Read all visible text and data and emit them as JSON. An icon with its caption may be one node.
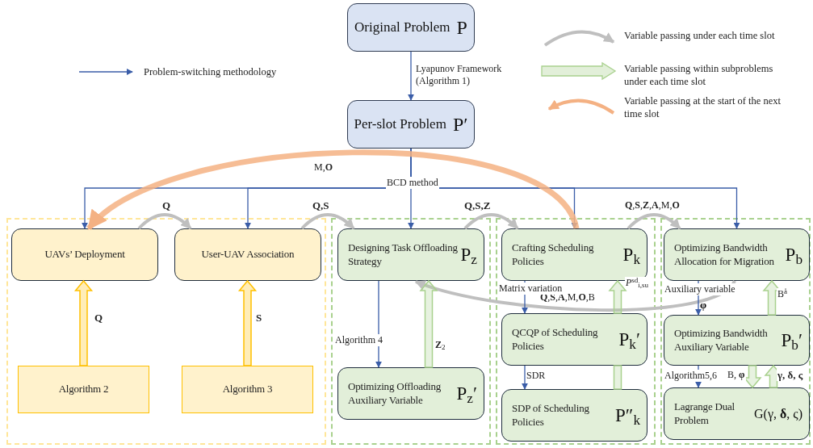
{
  "diagram": {
    "nodes": [
      {
        "text": [
          "Original Problem",
          "P"
        ]
      },
      {
        "text": [
          "Per-slot Problem",
          "P′"
        ]
      },
      {
        "text": [],
        "shape": "box"
      },
      {
        "text": [
          "UAVs’ Deployment"
        ],
        "in": 2
      },
      {
        "text": [
          "User-UAV Association"
        ],
        "in": 2
      },
      {
        "text": [
          "Algorithm 2"
        ],
        "in": 2
      },
      {
        "text": [
          "Algorithm 3"
        ],
        "in": 2
      },
      {
        "text": [],
        "shape": "box"
      },
      {
        "text": [
          "Designing Task Offloading Strategy",
          "P$_{z}$"
        ],
        "in": 7
      },
      {
        "text": [
          "Optimizing Offloading Auxiliary Variable",
          "P$_{z}$′"
        ],
        "in": 7
      },
      {
        "text": [],
        "shape": "box"
      },
      {
        "text": [
          "Crafting Scheduling Policies",
          "P$_{k}$"
        ],
        "in": 10
      },
      {
        "text": [
          "QCQP of Scheduling Policies",
          "P$_{k}$′"
        ],
        "in": 10
      },
      {
        "text": [
          "SDP of Scheduling Policies",
          "P″$_{k}$"
        ],
        "in": 10
      },
      {
        "text": [],
        "shape": "box"
      },
      {
        "text": [
          "Optimizing Bandwidth Allocation for Migration",
          "P$_{b}$"
        ],
        "in": 14
      },
      {
        "text": [
          "Optimizing Bandwidth Auxiliary Variable",
          "P$_{b}$′"
        ],
        "in": 14
      },
      {
        "text": [
          "Lagrange Dual Problem",
          "G(γ, **δ**, ς)"
        ],
        "in": 14
      }
    ],
    "edges": [
      {
        "from": 0,
        "to": 1,
        "arrow": "to",
        "label": "Lyapunov Framework (Algorithm 1)"
      },
      {
        "from": 1,
        "to": 3,
        "arrow": "to"
      },
      {
        "from": 1,
        "to": 4,
        "arrow": "to"
      },
      {
        "from": 1,
        "to": 8,
        "arrow": "to",
        "label": "BCD method"
      },
      {
        "from": 1,
        "to": 11,
        "arrow": "to"
      },
      {
        "from": 1,
        "to": 15,
        "arrow": "to"
      },
      {
        "from": 11,
        "to": 3,
        "arrow": "to",
        "label": "M,**O**",
        "style": "thick",
        "color": "#f4b183"
      },
      {
        "from": 3,
        "to": 4,
        "arrow": "to",
        "label": "Q",
        "style": "thick",
        "color": "#bfbfbf"
      },
      {
        "from": 4,
        "to": 8,
        "arrow": "to",
        "label": "Q,S",
        "style": "thick",
        "color": "#bfbfbf"
      },
      {
        "from": 8,
        "to": 11,
        "arrow": "to",
        "label": "Q,S,Z",
        "style": "thick",
        "color": "#bfbfbf"
      },
      {
        "from": 11,
        "to": 15,
        "arrow": "to",
        "label": "**Q**,**S**,**Z**,**A**,M,**O**",
        "style": "thick",
        "color": "#bfbfbf"
      },
      {
        "from": 15,
        "to": 8,
        "arrow": "to",
        "label": "**Q**,**S**,**A**,M,**O**,B",
        "style": "thick",
        "color": "#bfbfbf"
      },
      {
        "from": 5,
        "to": 3,
        "arrow": "to",
        "label": "Q",
        "style": "thick",
        "color": "#ffc000"
      },
      {
        "from": 6,
        "to": 4,
        "arrow": "to",
        "label": "S",
        "style": "thick",
        "color": "#ffc000"
      },
      {
        "from": 8,
        "to": 9,
        "arrow": "to",
        "label": "Algorithm 4"
      },
      {
        "from": 9,
        "to": 8,
        "arrow": "to",
        "label": "**Z**$_{2}$",
        "style": "thick",
        "color": "#a9d18e"
      },
      {
        "from": 11,
        "to": 12,
        "arrow": "to",
        "label": "Matrix variation"
      },
      {
        "from": 12,
        "to": 13,
        "arrow": "to",
        "label": "SDR"
      },
      {
        "from": 13,
        "to": 12,
        "arrow": "none",
        "style": "thick",
        "color": "#a9d18e"
      },
      {
        "from": 12,
        "to": 11,
        "arrow": "to",
        "label": "*P*$^{sd}$$_{i,su}$",
        "style": "thick",
        "color": "#a9d18e"
      },
      {
        "from": 15,
        "to": 16,
        "arrow": "to",
        "label": "Auxiliary variable"
      },
      {
        "from": 16,
        "to": 15,
        "arrow": "to",
        "label": "B$^{å}$",
        "style": "thick",
        "color": "#a9d18e"
      },
      {
        "from": 16,
        "to": 17,
        "arrow": "to",
        "label": "Algorithm5,6"
      },
      {
        "from": 16,
        "to": 17,
        "arrow": "to",
        "label": "B, **φ**",
        "style": "thick",
        "color": "#a9d18e"
      },
      {
        "from": 17,
        "to": 16,
        "arrow": "to",
        "label": "γ, δ, ς",
        "style": "thick",
        "color": "#a9d18e"
      }
    ],
    "labels": [
      "φ"
    ],
    "legend": [
      {
        "text": "Variable passing under each time slot"
      },
      {
        "text": "Problem-switching methodology"
      },
      {
        "text": "Variable passing within subproblems under each time slot"
      },
      {
        "text": "Variable passing at the start of the next time slot"
      }
    ]
  }
}
